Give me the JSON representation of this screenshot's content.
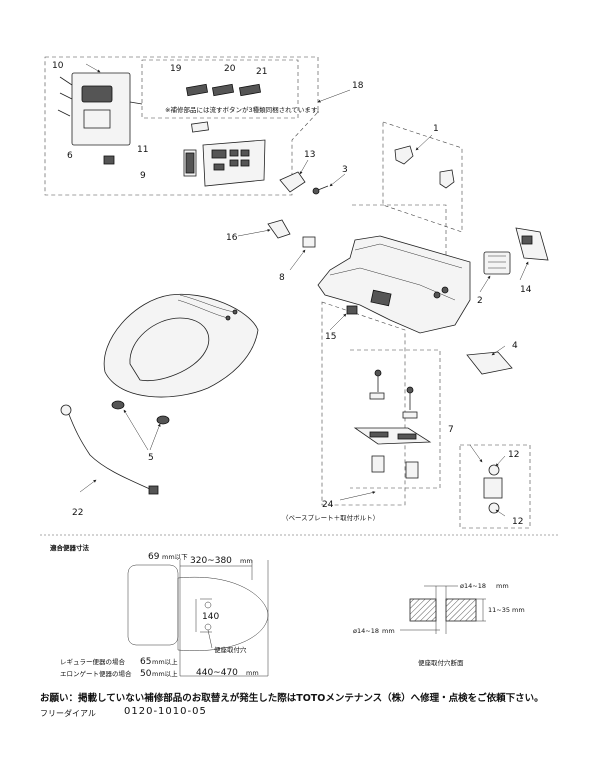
{
  "labels": {
    "n1": "1",
    "n2": "2",
    "n3": "3",
    "n4": "4",
    "n5": "5",
    "n6": "6",
    "n7": "7",
    "n8": "8",
    "n9": "9",
    "n10": "10",
    "n11": "11",
    "n12a": "12",
    "n12b": "12",
    "n13": "13",
    "n14": "14",
    "n15": "15",
    "n16": "16",
    "n18": "18",
    "n19": "19",
    "n20": "20",
    "n21": "21",
    "n22": "22",
    "n24": "24"
  },
  "notes": {
    "remote_note": "※補修部品には流すボタンが3種類同梱されています。",
    "base_plate": "（ベースプレート＋取付ボルト）"
  },
  "section": {
    "title": "適合便器寸法",
    "dim_69": "69",
    "dim_69_unit": "mm以下",
    "dim_320": "320~380",
    "dim_140": "140",
    "dim_440": "440~470",
    "mm": "mm",
    "hole_label_small": "便座取付穴",
    "regular": "レギュラー便器の場合",
    "regular_val": "65",
    "regular_unit": "mm以上",
    "elongated": "エロンゲート便器の場合",
    "elongated_val": "50",
    "elongated_unit": "mm以上",
    "hole_top": "ø14~18",
    "hole_side": "11~35",
    "hole_bottom": "ø14~18",
    "hole_caption": "便座取付穴断面"
  },
  "footer": {
    "request": "お願い：掲載していない補修部品のお取替えが発生した際はTOTOメンテナンス（株）へ修理・点検をご依頼下さい。",
    "dial_label": "フリーダイアル",
    "dial_number": "0120-1010-05"
  }
}
